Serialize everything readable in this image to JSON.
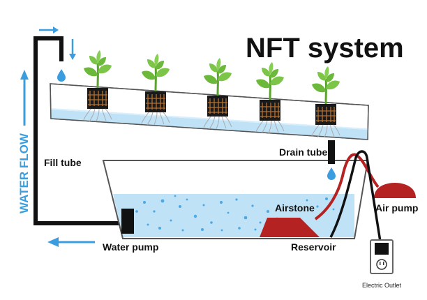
{
  "title": "NFT system",
  "labels": {
    "water_flow": "WATER FLOW",
    "fill_tube": "Fill tube",
    "drain_tube": "Drain tube",
    "airstone": "Airstone",
    "air_pump": "Air pump",
    "water_pump": "Water pump",
    "reservoir": "Reservoir",
    "electric_outlet": "Electric Outlet"
  },
  "colors": {
    "water_blue": "#3a9ddf",
    "water_light": "#bfe2f7",
    "red": "#b52222",
    "black": "#111111",
    "leaf_green": "#6bb83b"
  },
  "plants": [
    {
      "name": "plant-1"
    },
    {
      "name": "plant-2"
    },
    {
      "name": "plant-3"
    },
    {
      "name": "plant-4"
    },
    {
      "name": "plant-5"
    }
  ]
}
